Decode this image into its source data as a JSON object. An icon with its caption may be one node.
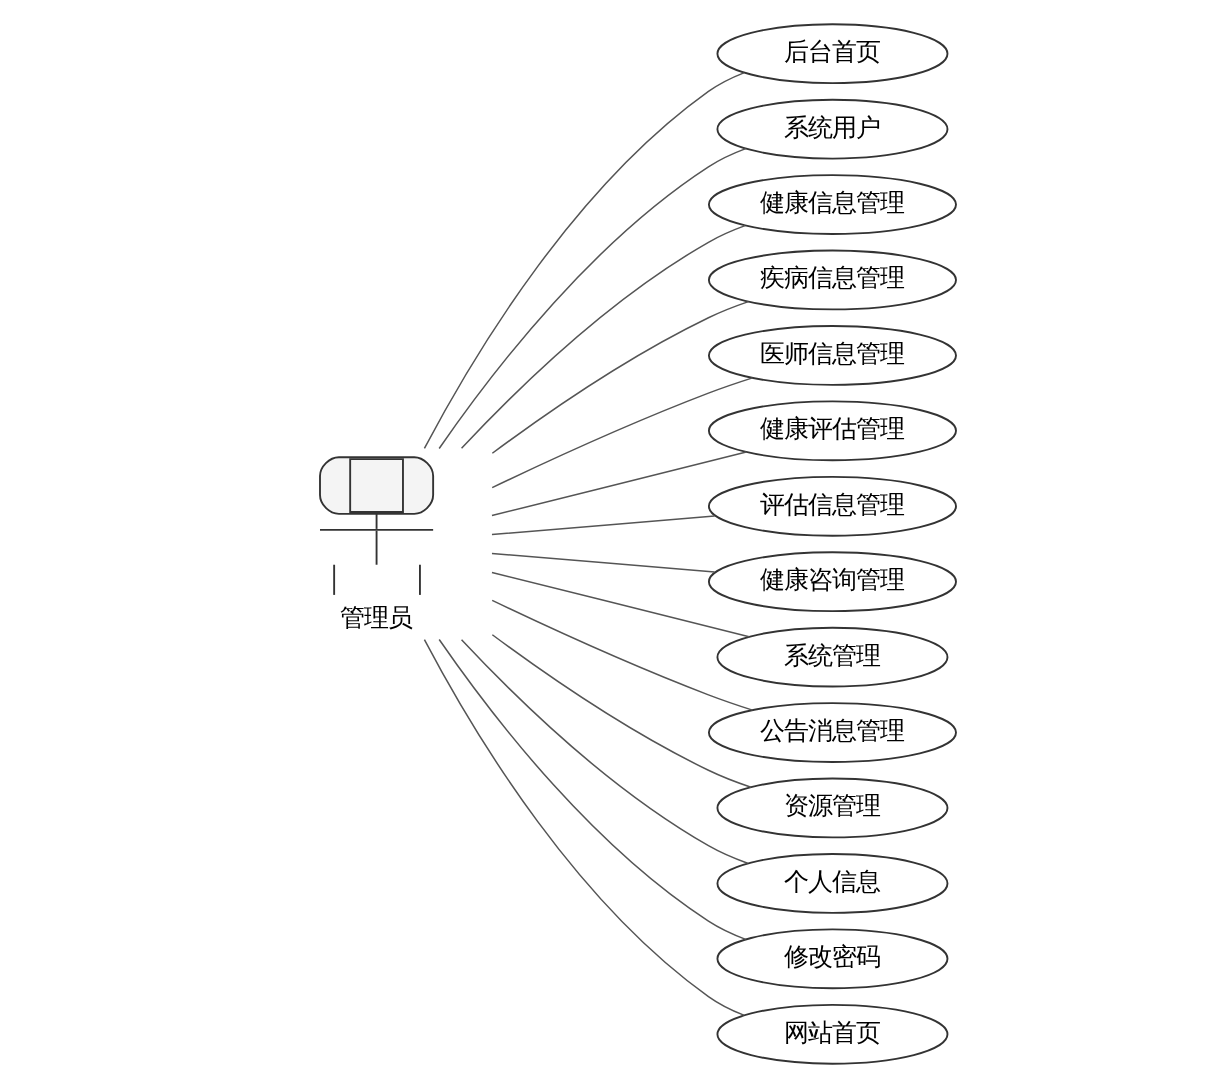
{
  "diagram": {
    "nodes": [
      {
        "text": [
          "管理员"
        ]
      },
      {
        "text": [
          "后台首页"
        ]
      },
      {
        "text": [
          "系统用户"
        ]
      },
      {
        "text": [
          "健康信息管理"
        ]
      },
      {
        "text": [
          "疾病信息管理"
        ]
      },
      {
        "text": [
          "医师信息管理"
        ]
      },
      {
        "text": [
          "健康评估管理"
        ]
      },
      {
        "text": [
          "评估信息管理"
        ]
      },
      {
        "text": [
          "健康咨询管理"
        ]
      },
      {
        "text": [
          "系统管理"
        ]
      },
      {
        "text": [
          "公告消息管理"
        ]
      },
      {
        "text": [
          "资源管理"
        ]
      },
      {
        "text": [
          "个人信息"
        ]
      },
      {
        "text": [
          "修改密码"
        ]
      },
      {
        "text": [
          "网站首页"
        ]
      }
    ],
    "edges": [
      {
        "from": 0,
        "to": 1,
        "arrow": "none"
      },
      {
        "from": 0,
        "to": 2,
        "arrow": "none"
      },
      {
        "from": 0,
        "to": 3,
        "arrow": "none"
      },
      {
        "from": 0,
        "to": 4,
        "arrow": "none"
      },
      {
        "from": 0,
        "to": 5,
        "arrow": "none"
      },
      {
        "from": 0,
        "to": 6,
        "arrow": "none"
      },
      {
        "from": 0,
        "to": 7,
        "arrow": "none"
      },
      {
        "from": 0,
        "to": 8,
        "arrow": "none"
      },
      {
        "from": 0,
        "to": 9,
        "arrow": "none"
      },
      {
        "from": 0,
        "to": 10,
        "arrow": "none"
      },
      {
        "from": 0,
        "to": 11,
        "arrow": "none"
      },
      {
        "from": 0,
        "to": 12,
        "arrow": "none"
      },
      {
        "from": 0,
        "to": 13,
        "arrow": "none"
      },
      {
        "from": 0,
        "to": 14,
        "arrow": "none"
      }
    ]
  }
}
